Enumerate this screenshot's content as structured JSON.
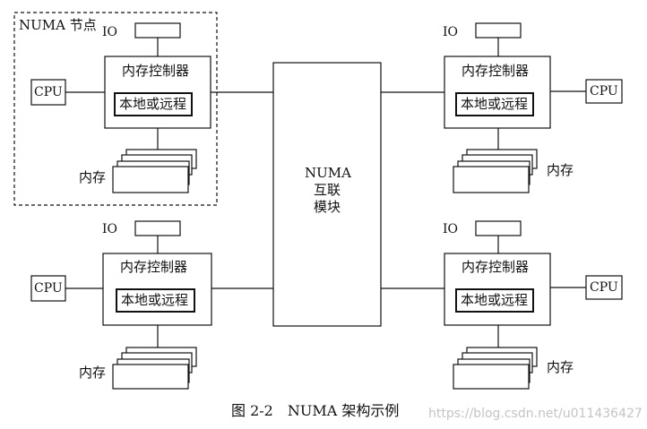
{
  "node_label": "NUMA 节点",
  "interconnect": {
    "line1": "NUMA",
    "line2": "互联",
    "line3": "模块"
  },
  "nodes": [
    {
      "io": "IO",
      "controller": "内存控制器",
      "local_remote": "本地或远程",
      "cpu": "CPU",
      "memory": "内存"
    },
    {
      "io": "IO",
      "controller": "内存控制器",
      "local_remote": "本地或远程",
      "cpu": "CPU",
      "memory": "内存"
    },
    {
      "io": "IO",
      "controller": "内存控制器",
      "local_remote": "本地或远程",
      "cpu": "CPU",
      "memory": "内存"
    },
    {
      "io": "IO",
      "controller": "内存控制器",
      "local_remote": "本地或远程",
      "cpu": "CPU",
      "memory": "内存"
    }
  ],
  "caption": "图 2-2　NUMA 架构示例",
  "watermark": "https://blog.csdn.net/u011436427"
}
